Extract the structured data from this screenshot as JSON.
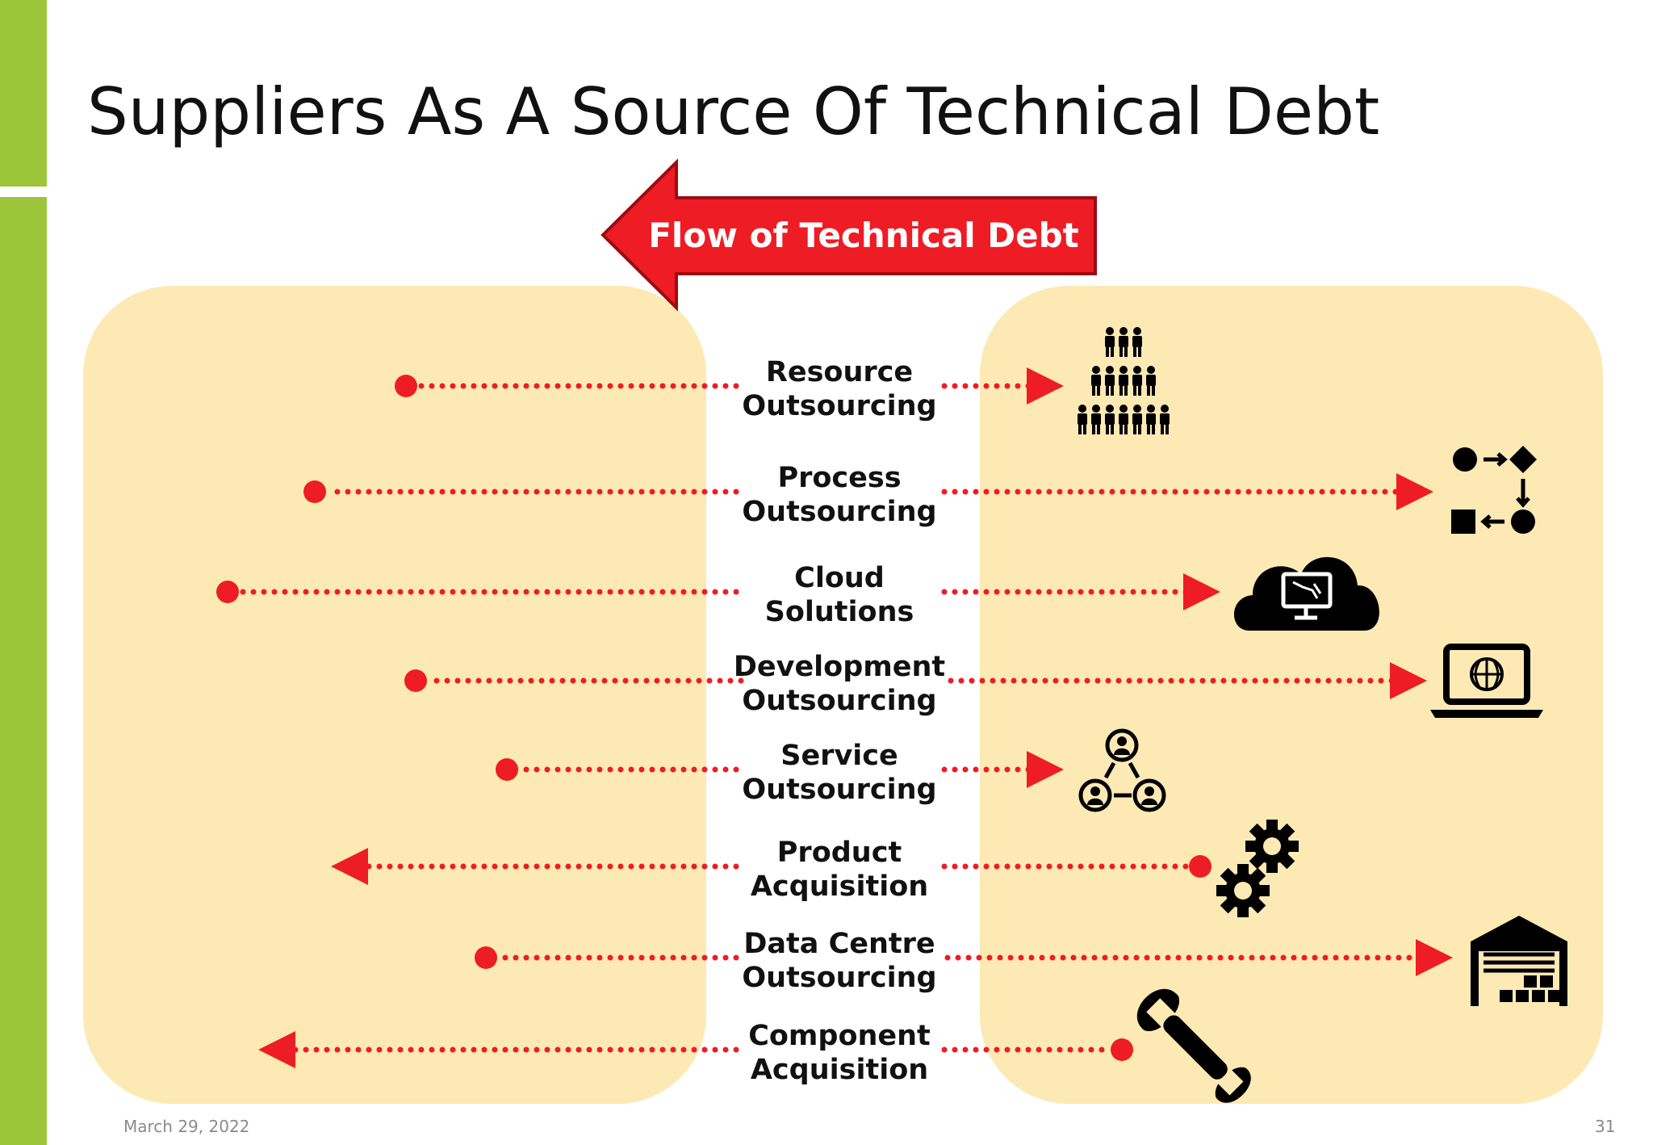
{
  "slide": {
    "title": "Suppliers As A Source Of Technical Debt",
    "date": "March 29, 2022",
    "page_number": "31"
  },
  "colors": {
    "accent_green": "#9dc539",
    "panel_fill": "#fde9b4",
    "flow_red": "#ee1c25",
    "flow_red_dark": "#9e0b0f",
    "icon_black": "#000000"
  },
  "flow_banner": {
    "label": "Flow of Technical Debt",
    "direction": "left"
  },
  "rows": [
    {
      "line1": "Resource",
      "line2": "Outsourcing",
      "left_end": "dot",
      "right_end": "arrow",
      "icon": "people-pyramid-icon"
    },
    {
      "line1": "Process",
      "line2": "Outsourcing",
      "left_end": "dot",
      "right_end": "arrow",
      "icon": "process-flow-icon"
    },
    {
      "line1": "Cloud",
      "line2": "Solutions",
      "left_end": "dot",
      "right_end": "arrow",
      "icon": "cloud-computer-icon"
    },
    {
      "line1": "Development",
      "line2": "Outsourcing",
      "left_end": "dot",
      "right_end": "arrow",
      "icon": "laptop-globe-icon"
    },
    {
      "line1": "Service",
      "line2": "Outsourcing",
      "left_end": "dot",
      "right_end": "arrow",
      "icon": "user-network-icon"
    },
    {
      "line1": "Product",
      "line2": "Acquisition",
      "left_end": "arrow",
      "right_end": "dot",
      "icon": "gears-icon"
    },
    {
      "line1": "Data Centre",
      "line2": "Outsourcing",
      "left_end": "dot",
      "right_end": "arrow",
      "icon": "warehouse-icon"
    },
    {
      "line1": "Component",
      "line2": "Acquisition",
      "left_end": "arrow",
      "right_end": "dot",
      "icon": "wrench-icon"
    }
  ]
}
